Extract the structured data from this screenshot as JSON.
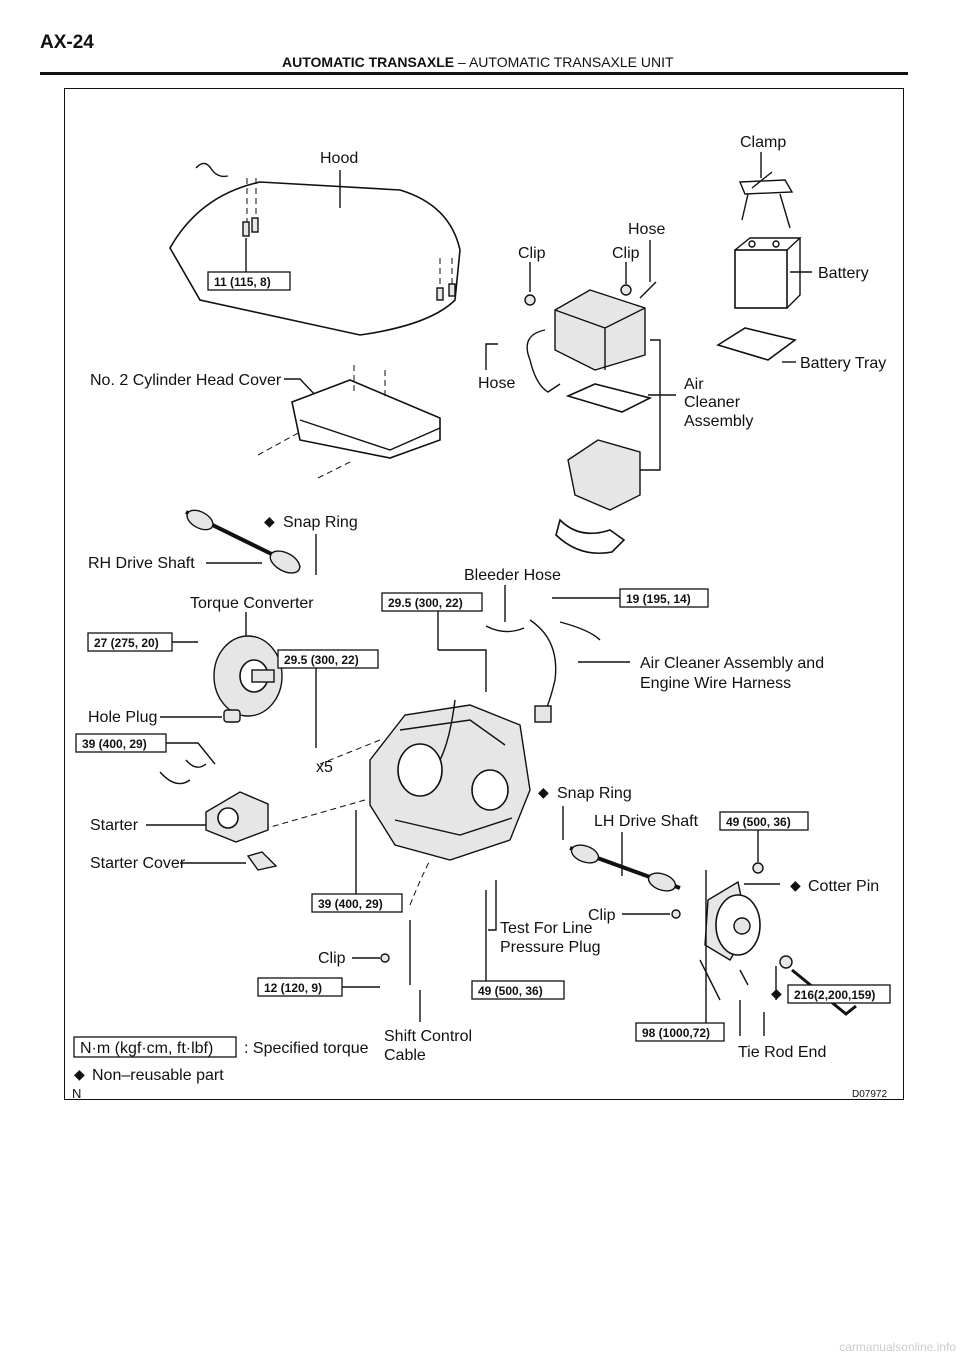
{
  "header": {
    "page_number": "AX-24",
    "section": "AUTOMATIC TRANSAXLE",
    "separator": "–",
    "subsection": "AUTOMATIC TRANSAXLE UNIT"
  },
  "labels": {
    "hood": "Hood",
    "clamp": "Clamp",
    "hose_top": "Hose",
    "clip_a": "Clip",
    "clip_b": "Clip",
    "battery": "Battery",
    "battery_tray": "Battery Tray",
    "head_cover": "No. 2 Cylinder Head Cover",
    "hose_left": "Hose",
    "air1": "Air",
    "air2": "Cleaner",
    "air3": "Assembly",
    "snap_ring_1": "Snap Ring",
    "rh_drive": "RH Drive Shaft",
    "bleeder": "Bleeder Hose",
    "torque_conv": "Torque Converter",
    "harness1": "Air Cleaner Assembly and",
    "harness2": "Engine Wire Harness",
    "hole_plug": "Hole Plug",
    "x5": "x5",
    "snap_ring_2": "Snap Ring",
    "starter": "Starter",
    "lh_drive": "LH Drive Shaft",
    "starter_cover": "Starter Cover",
    "cotter": "Cotter Pin",
    "clip_c": "Clip",
    "test1": "Test For Line",
    "test2": "Pressure Plug",
    "clip_d": "Clip",
    "shift1": "Shift Control",
    "shift2": "Cable",
    "tie_rod": "Tie Rod End",
    "legend_unit": "N·m (kgf·cm, ft·lbf)",
    "legend_spec": ": Specified torque",
    "legend_nonreuse": "Non–reusable part",
    "corner_n": "N",
    "fig_code": "D07972"
  },
  "torques": {
    "t_hood": "11 (115, 8)",
    "t_295a": "29.5 (300, 22)",
    "t_19": "19 (195, 14)",
    "t_27": "27 (275, 20)",
    "t_295b": "29.5 (300, 22)",
    "t_39a": "39 (400, 29)",
    "t_49a": "49 (500, 36)",
    "t_39b": "39 (400, 29)",
    "t_12": "12 (120, 9)",
    "t_49b": "49 (500, 36)",
    "t_98": "98 (1000,72)",
    "t_216": "216(2,200,159)"
  },
  "symbols": {
    "nonreusable": "◆"
  },
  "watermark": "carmanualsonline.info"
}
